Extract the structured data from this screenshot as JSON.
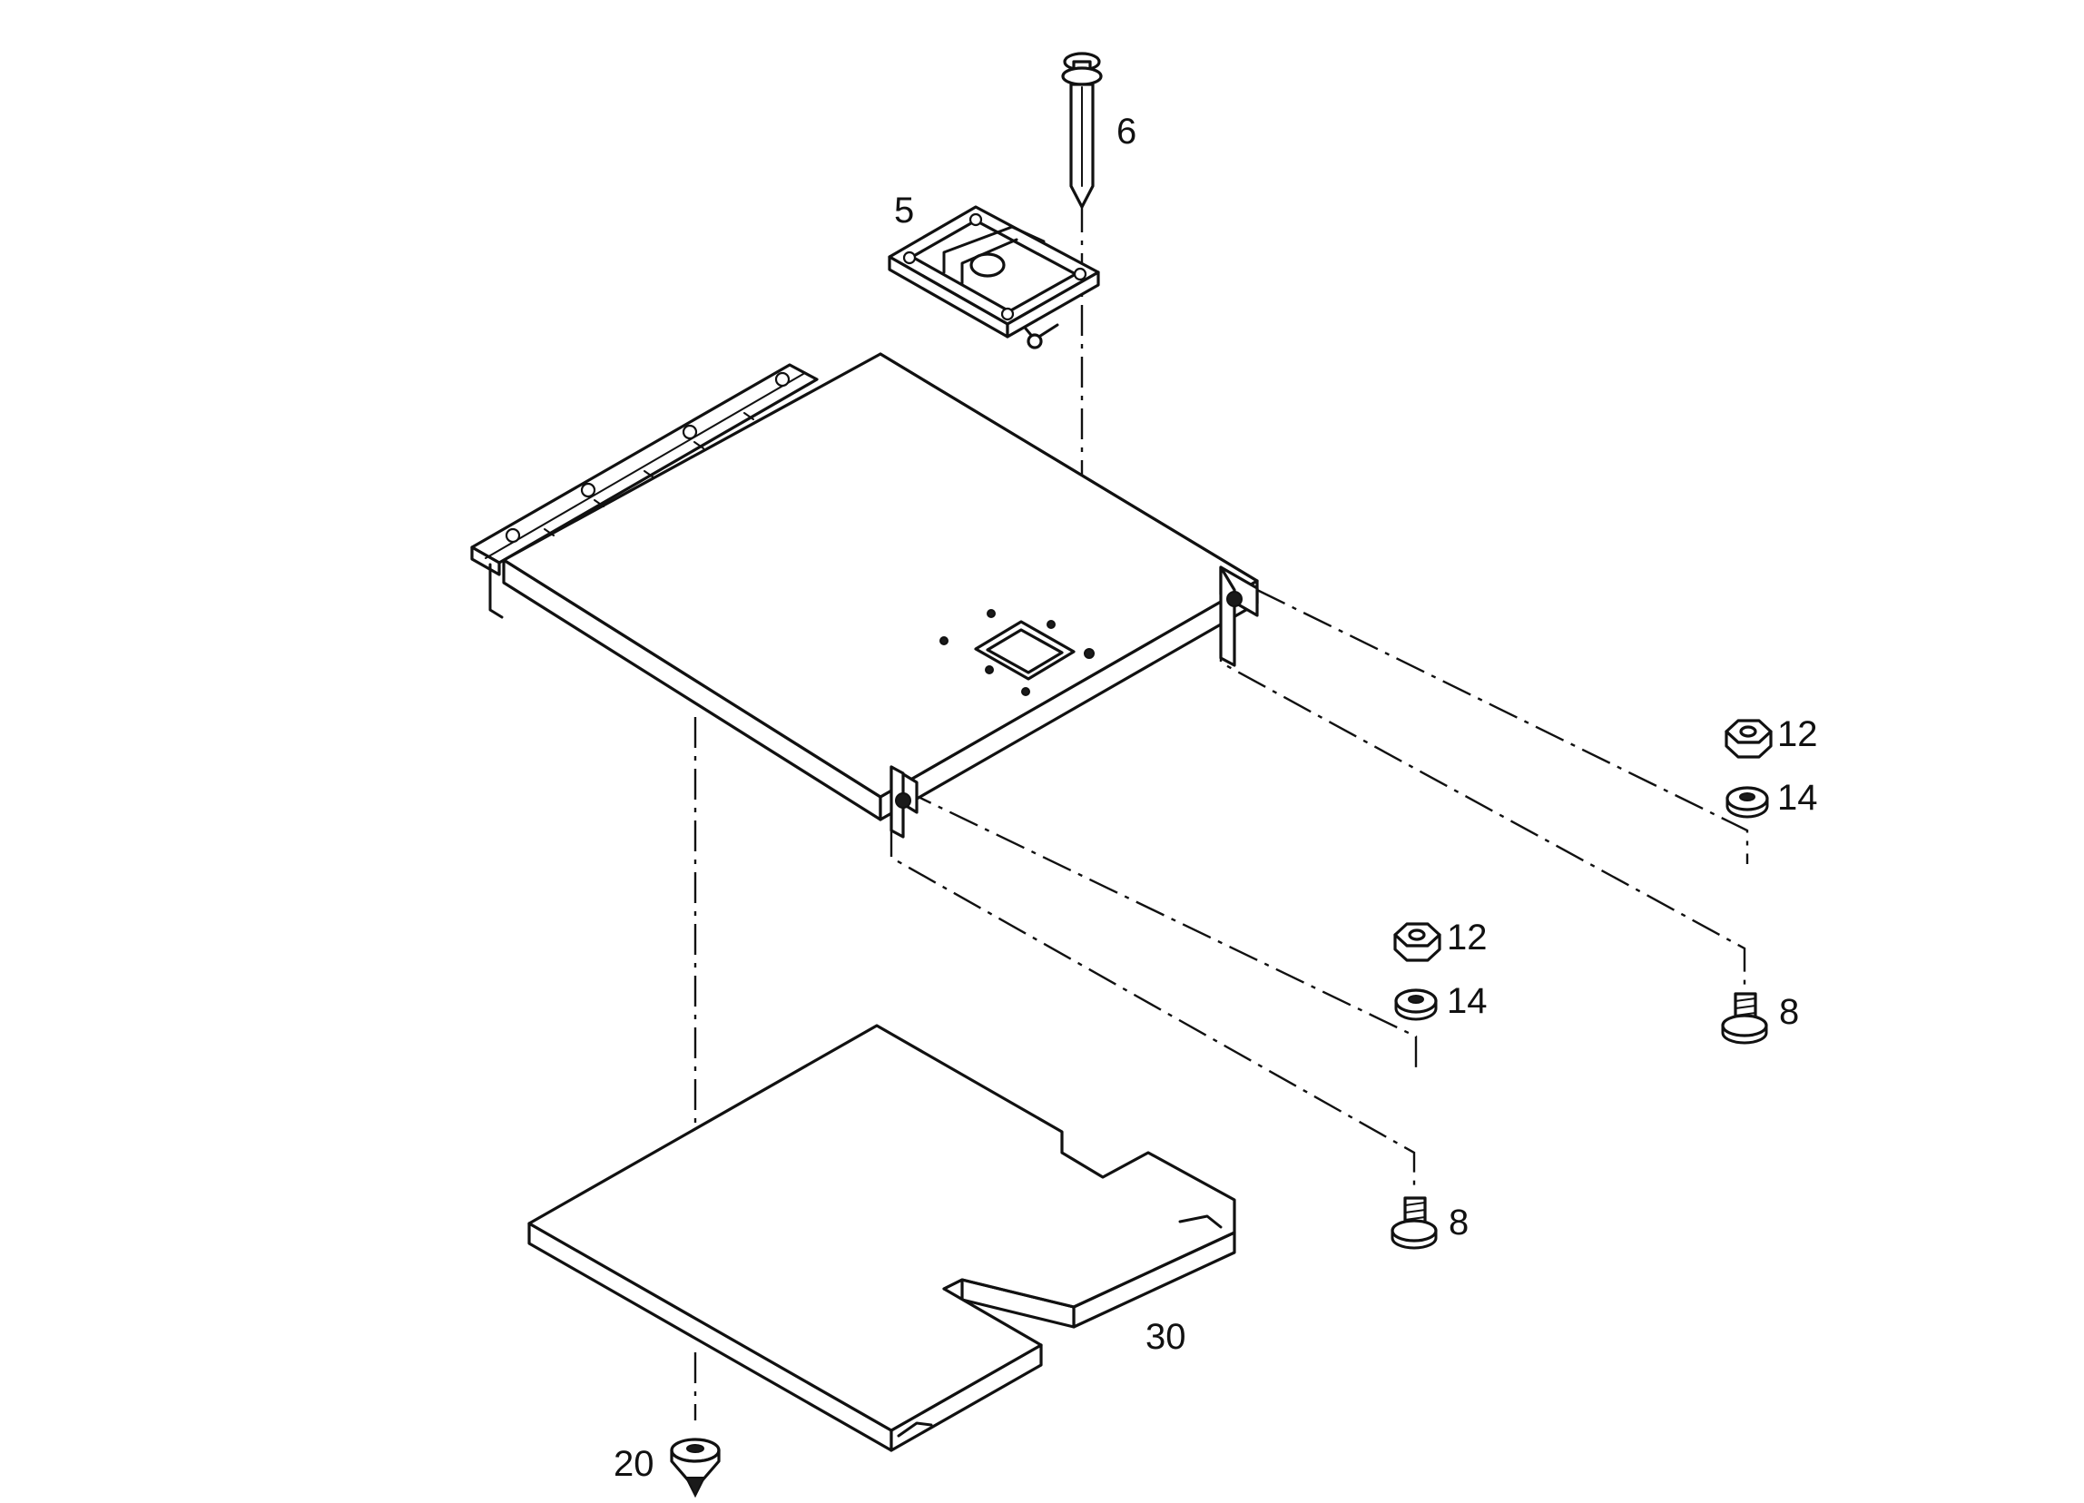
{
  "figure": {
    "callouts": {
      "part_5": "5",
      "part_6": "6",
      "part_8_right": "8",
      "part_8_front": "8",
      "part_12_right": "12",
      "part_12_front": "12",
      "part_14_right": "14",
      "part_14_front": "14",
      "part_20": "20",
      "part_30": "30"
    }
  }
}
